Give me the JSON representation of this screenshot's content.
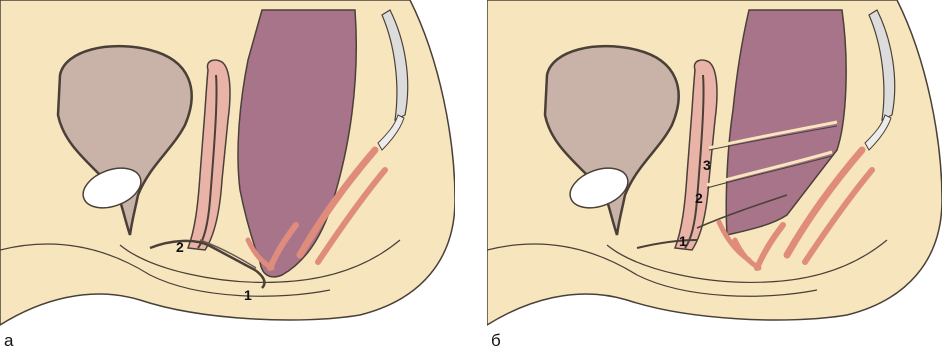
{
  "panels": [
    {
      "letter": "а",
      "labels": {
        "one": "1",
        "two": "2"
      }
    },
    {
      "letter": "б",
      "labels": {
        "one": "1",
        "two": "2",
        "three": "3"
      }
    }
  ],
  "colors": {
    "body": "#f7e6bd",
    "outline": "#4a4038",
    "bladder": "#c9b3a8",
    "rectum": "#a8748a",
    "vagina": "#eab3a8",
    "muscle": "#e08c7c",
    "bone": "#ffffff",
    "spine": "#dcdcdc"
  }
}
